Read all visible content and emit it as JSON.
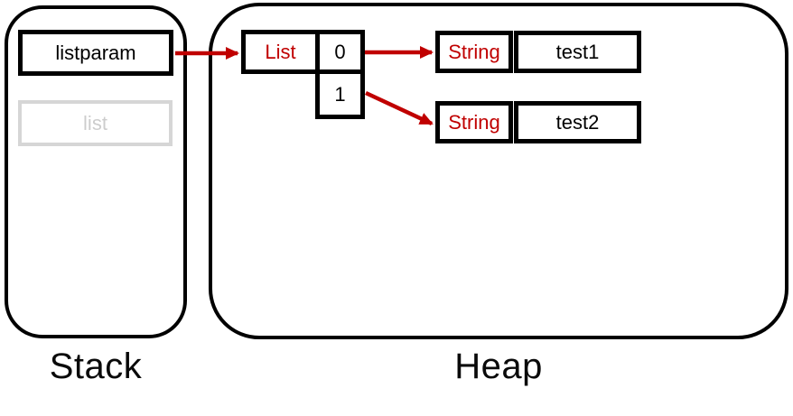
{
  "diagram_title": "stack-heap-memory-diagram",
  "stack": {
    "label": "Stack",
    "variables": [
      {
        "name": "listparam",
        "state": "active"
      },
      {
        "name": "list",
        "state": "inactive"
      }
    ]
  },
  "heap": {
    "label": "Heap",
    "list_object": {
      "type": "List",
      "indices": [
        "0",
        "1"
      ]
    },
    "string_objects": [
      {
        "type": "String",
        "value": "test1"
      },
      {
        "type": "String",
        "value": "test2"
      }
    ]
  },
  "arrows": [
    {
      "from": "listparam",
      "to": "List object"
    },
    {
      "from": "index 0",
      "to": "String test1"
    },
    {
      "from": "index 1",
      "to": "String test2"
    }
  ],
  "colors": {
    "pointer_red": "#C00000",
    "inactive_gray": "#D6D6D6",
    "inactive_text_gray": "#CDCDCD",
    "line_black": "#000000"
  }
}
